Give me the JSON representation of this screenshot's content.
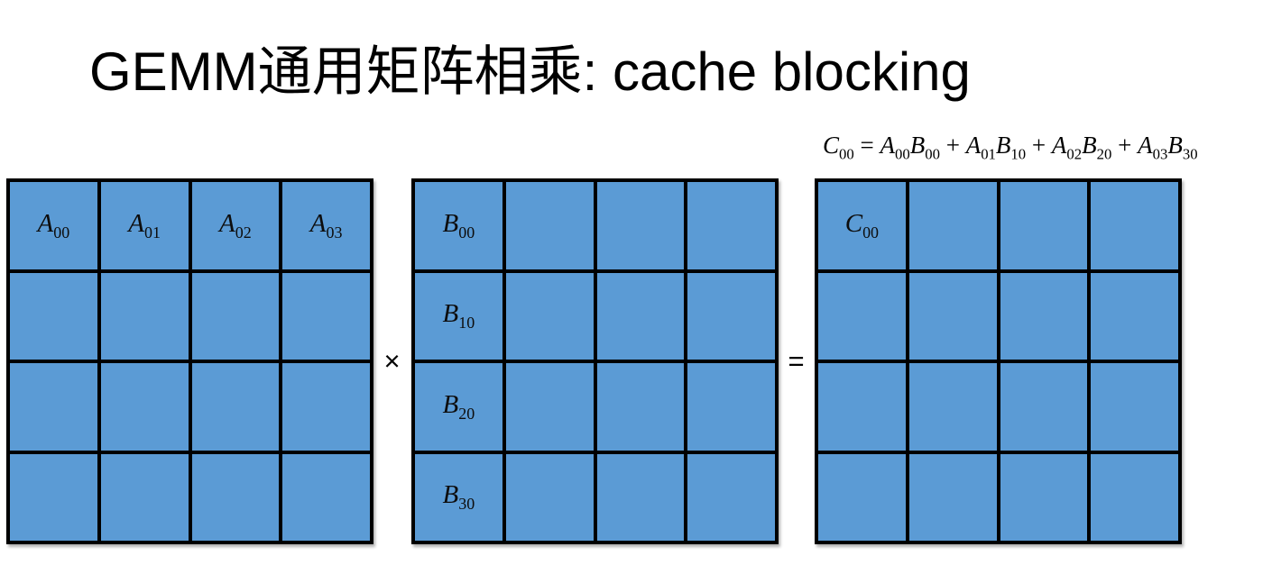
{
  "title": "GEMM通用矩阵相乘: cache blocking",
  "operators": {
    "multiply": "×",
    "equals": "="
  },
  "colors": {
    "cell_fill": "#5B9BD5",
    "grid_line": "#000000",
    "text": "#000000"
  },
  "formula": {
    "tokens": [
      {
        "base": "C",
        "sub": "00"
      },
      {
        "op": " = "
      },
      {
        "base": "A",
        "sub": "00"
      },
      {
        "base": "B",
        "sub": "00"
      },
      {
        "op": " + "
      },
      {
        "base": "A",
        "sub": "01"
      },
      {
        "base": "B",
        "sub": "10"
      },
      {
        "op": " + "
      },
      {
        "base": "A",
        "sub": "02"
      },
      {
        "base": "B",
        "sub": "20"
      },
      {
        "op": " + "
      },
      {
        "base": "A",
        "sub": "03"
      },
      {
        "base": "B",
        "sub": "30"
      }
    ]
  },
  "matrices": [
    {
      "name": "A",
      "rows": 4,
      "cols": 4,
      "labels": [
        {
          "row": 0,
          "col": 0,
          "base": "A",
          "sub": "00"
        },
        {
          "row": 0,
          "col": 1,
          "base": "A",
          "sub": "01"
        },
        {
          "row": 0,
          "col": 2,
          "base": "A",
          "sub": "02"
        },
        {
          "row": 0,
          "col": 3,
          "base": "A",
          "sub": "03"
        }
      ]
    },
    {
      "name": "B",
      "rows": 4,
      "cols": 4,
      "labels": [
        {
          "row": 0,
          "col": 0,
          "base": "B",
          "sub": "00"
        },
        {
          "row": 1,
          "col": 0,
          "base": "B",
          "sub": "10"
        },
        {
          "row": 2,
          "col": 0,
          "base": "B",
          "sub": "20"
        },
        {
          "row": 3,
          "col": 0,
          "base": "B",
          "sub": "30"
        }
      ]
    },
    {
      "name": "C",
      "rows": 4,
      "cols": 4,
      "labels": [
        {
          "row": 0,
          "col": 0,
          "base": "C",
          "sub": "00"
        }
      ]
    }
  ]
}
